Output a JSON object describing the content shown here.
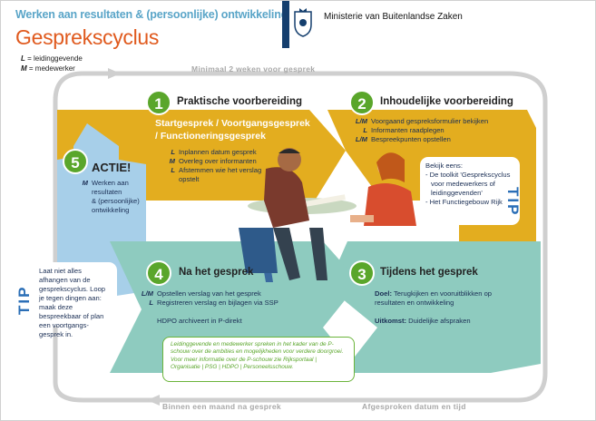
{
  "header": {
    "subtitle": "Werken aan resultaten & (persoonlijke) ontwikkeling",
    "title": "Gesprekscyclus",
    "ministry": "Ministerie van Buitenlandse Zaken"
  },
  "legend": [
    {
      "key": "L",
      "text": "= leidinggevende"
    },
    {
      "key": "M",
      "text": "= medewerker"
    }
  ],
  "timeline": {
    "top": "Minimaal 2 weken voor gesprek",
    "bottom_left": "Binnen een maand na gesprek",
    "bottom_right": "Afgesproken datum en tijd"
  },
  "step1": {
    "number": "1",
    "title": "Praktische voorbereiding",
    "subtitle_line1": "Startgesprek / Voortgangsgesprek",
    "subtitle_line2": "/ Functioneringsgesprek",
    "items": [
      {
        "role": "L",
        "text": "Inplannen datum gesprek"
      },
      {
        "role": "M",
        "text": "Overleg over informanten"
      },
      {
        "role": "L",
        "text": "Afstemmen wie het verslag"
      },
      {
        "role": "",
        "text": "opstelt"
      }
    ]
  },
  "step2": {
    "number": "2",
    "title": "Inhoudelijke voorbereiding",
    "items": [
      {
        "role": "L/M",
        "text": "Voorgaand gespreksformulier bekijken"
      },
      {
        "role": "L",
        "text": "Informanten raadplegen"
      },
      {
        "role": "L/M",
        "text": "Bespreekpunten opstellen"
      }
    ],
    "tip": {
      "label": "TIP",
      "intro": "Bekijk eens:",
      "items": [
        "De toolkit 'Gesprekscyclus voor medewerkers of leidinggevenden'",
        "Het Functiegebouw Rijk"
      ]
    }
  },
  "step3": {
    "number": "3",
    "title": "Tijdens het gesprek",
    "doel_label": "Doel:",
    "doel": "Terugkijken en vooruitblikken op resultaten en ontwikkeling",
    "uitkomst_label": "Uitkomst:",
    "uitkomst": "Duidelijke afspraken"
  },
  "step4": {
    "number": "4",
    "title": "Na het gesprek",
    "items": [
      {
        "role": "L/M",
        "text": "Opstellen verslag van het gesprek"
      },
      {
        "role": "L",
        "text": "Registreren verslag en bijlagen via SSP"
      }
    ],
    "hdpo": "HDPO archiveert in P-direkt",
    "note": "Leidinggevende en medewerker spreken in het kader van de P-schouw over de ambities en mogelijkheden voor verdere doorgroei. Voor meer informatie over de P-schouw zie Rijksportaal | Organisatie | PSG | HDPO | Personeelsschouw."
  },
  "step5": {
    "number": "5",
    "title": "ACTIE!",
    "items": [
      {
        "role": "M",
        "text": "Werken aan"
      },
      {
        "role": "",
        "text": "resultaten"
      },
      {
        "role": "",
        "text": "& (persoonlijke)"
      },
      {
        "role": "",
        "text": "ontwikkeling"
      }
    ]
  },
  "tip_left": {
    "label": "TIP",
    "text": "Laat niet alles afhangen van de gesprekscyclus. Loop je tegen dingen aan: maak deze bespreekbaar of plan een voortgangs-gesprek in."
  },
  "colors": {
    "orange": "#e05a1e",
    "yellow": "#e3ad1f",
    "teal": "#8ecbbf",
    "lightblue": "#a7cfe9",
    "green": "#5aa62b",
    "navy": "#153f6e"
  }
}
